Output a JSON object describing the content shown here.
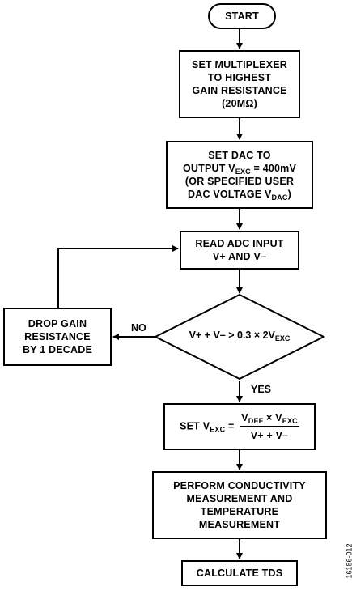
{
  "flowchart": {
    "start": "START",
    "set_mux": [
      "SET MULTIPLEXER",
      "TO HIGHEST",
      "GAIN RESISTANCE",
      "(20MΩ)"
    ],
    "set_dac": {
      "line1": "SET DAC TO",
      "line2_prefix": "OUTPUT V",
      "line2_sub": "EXC",
      "line2_suffix": " = 400mV",
      "line3": "(OR SPECIFIED USER",
      "line4_prefix": "DAC VOLTAGE V",
      "line4_sub": "DAC",
      "line4_suffix": ")"
    },
    "read_adc": [
      "READ ADC INPUT",
      "V+ AND V–"
    ],
    "decision": {
      "prefix": "V+ + V– > 0.3 × 2V",
      "sub": "EXC"
    },
    "no_label": "NO",
    "yes_label": "YES",
    "drop_gain": [
      "DROP GAIN",
      "RESISTANCE",
      "BY 1 DECADE"
    ],
    "set_vexc": {
      "prefix": "SET V",
      "prefix_sub": "EXC",
      "equals": " =",
      "num_a": "V",
      "num_a_sub": "DEF",
      "num_mid": " × V",
      "num_b_sub": "EXC",
      "den": "V+ + V–"
    },
    "measure": [
      "PERFORM CONDUCTIVITY",
      "MEASUREMENT AND",
      "TEMPERATURE",
      "MEASUREMENT"
    ],
    "calc": "CALCULATE TDS"
  },
  "figure_id": "16186-012"
}
